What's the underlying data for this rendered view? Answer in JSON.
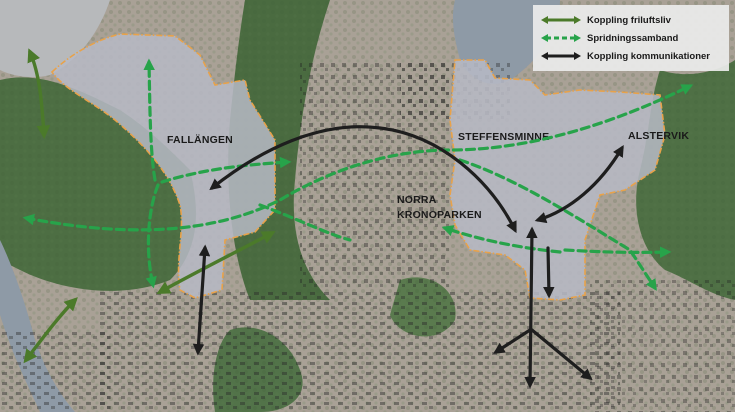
{
  "map": {
    "labels": {
      "fallangen": "FALLÄNGEN",
      "steffensminne": "STEFFENSMINNE",
      "alstervik": "ALSTERVIK",
      "norra": "NORRA",
      "kronoparken": "KRONOPARKEN"
    }
  },
  "legend": {
    "items": [
      {
        "label": "Koppling friluftsliv",
        "color": "#4b7a2a",
        "style": "solid"
      },
      {
        "label": "Spridningssamband",
        "color": "#27a34a",
        "style": "dashed"
      },
      {
        "label": "Koppling kommunikationer",
        "color": "#1e1e1e",
        "style": "solid"
      }
    ]
  },
  "colors": {
    "forest": "#4d6e43",
    "urban": "#a9a196",
    "study_area": "#b7bac6",
    "boundary": "#e8a24a",
    "water": "#8e9aa6"
  }
}
